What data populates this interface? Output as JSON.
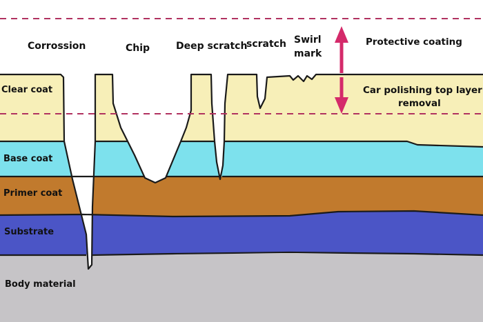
{
  "defects": {
    "corrosion": "Corrossion",
    "chip": "Chip",
    "deep_scratch": "Deep scratch",
    "scratch": "scratch",
    "swirl_mark_line1": "Swirl",
    "swirl_mark_line2": "mark"
  },
  "layers": {
    "clear_coat": "Clear coat",
    "base_coat": "Base coat",
    "primer_coat": "Primer coat",
    "substrate": "Substrate",
    "body_material": "Body material"
  },
  "annotations": {
    "protective_coating": "Protective coating",
    "polishing_line1": "Car polishing top layer",
    "polishing_line2": "removal"
  },
  "colors": {
    "clear_coat": "#f7efb8",
    "base_coat": "#7de1ed",
    "primer_coat": "#c17a2d",
    "substrate": "#4b55c6",
    "body_material": "#c6c4c7",
    "dashed_line": "#b0305f",
    "arrow": "#d42a6a"
  }
}
